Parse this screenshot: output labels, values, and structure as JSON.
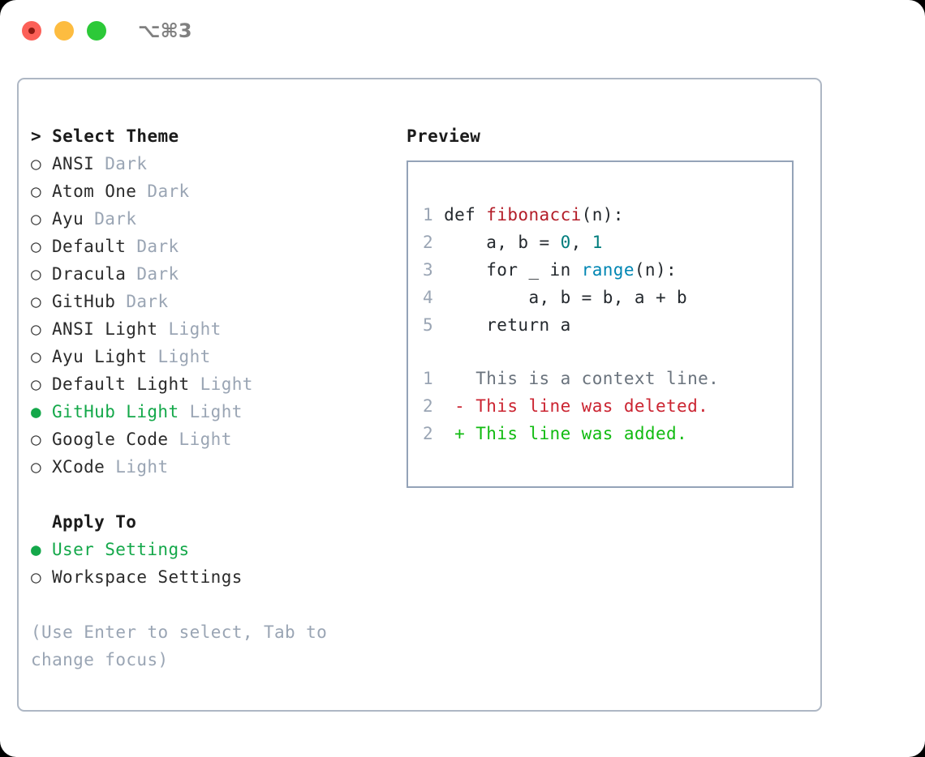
{
  "window": {
    "shortcut": "⌥⌘3",
    "traffic_lights": [
      {
        "name": "close",
        "color": "#fc6058"
      },
      {
        "name": "minimize",
        "color": "#fdbc40"
      },
      {
        "name": "maximize",
        "color": "#2cc938"
      }
    ]
  },
  "theme_panel": {
    "heading": "> Select Theme",
    "selected_bullet": "●",
    "unselected_bullet": "○",
    "items": [
      {
        "bullet": "○",
        "label": "ANSI",
        "badge": "Dark",
        "selected": false
      },
      {
        "bullet": "○",
        "label": "Atom One",
        "badge": "Dark",
        "selected": false
      },
      {
        "bullet": "○",
        "label": "Ayu",
        "badge": "Dark",
        "selected": false
      },
      {
        "bullet": "○",
        "label": "Default",
        "badge": "Dark",
        "selected": false
      },
      {
        "bullet": "○",
        "label": "Dracula",
        "badge": "Dark",
        "selected": false
      },
      {
        "bullet": "○",
        "label": "GitHub",
        "badge": "Dark",
        "selected": false
      },
      {
        "bullet": "○",
        "label": "ANSI Light",
        "badge": "Light",
        "selected": false
      },
      {
        "bullet": "○",
        "label": "Ayu Light",
        "badge": "Light",
        "selected": false
      },
      {
        "bullet": "○",
        "label": "Default Light",
        "badge": "Light",
        "selected": false
      },
      {
        "bullet": "●",
        "label": "GitHub Light",
        "badge": "Light",
        "selected": true
      },
      {
        "bullet": "○",
        "label": "Google Code",
        "badge": "Light",
        "selected": false
      },
      {
        "bullet": "○",
        "label": "XCode",
        "badge": "Light",
        "selected": false
      }
    ]
  },
  "apply_to": {
    "heading": "Apply To",
    "items": [
      {
        "bullet": "●",
        "label": "User Settings",
        "selected": true
      },
      {
        "bullet": "○",
        "label": "Workspace Settings",
        "selected": false
      }
    ]
  },
  "footer_hint": "(Use Enter to select, Tab to change focus)",
  "preview": {
    "title": "Preview",
    "code_lines": [
      {
        "num": "1",
        "tokens": [
          {
            "t": "def ",
            "c": "plain"
          },
          {
            "t": "fibonacci",
            "c": "fn"
          },
          {
            "t": "(n):",
            "c": "plain"
          }
        ]
      },
      {
        "num": "2",
        "tokens": [
          {
            "t": "    a, b = ",
            "c": "plain"
          },
          {
            "t": "0",
            "c": "num"
          },
          {
            "t": ", ",
            "c": "plain"
          },
          {
            "t": "1",
            "c": "num"
          }
        ]
      },
      {
        "num": "3",
        "tokens": [
          {
            "t": "    for _ in ",
            "c": "plain"
          },
          {
            "t": "range",
            "c": "call"
          },
          {
            "t": "(n):",
            "c": "plain"
          }
        ]
      },
      {
        "num": "4",
        "tokens": [
          {
            "t": "        a, b = b, a + b",
            "c": "plain"
          }
        ]
      },
      {
        "num": "5",
        "tokens": [
          {
            "t": "    return a",
            "c": "plain"
          }
        ]
      }
    ],
    "diff_lines": [
      {
        "num": "1",
        "marker": " ",
        "text": " This is a context line.",
        "kind": "ctx"
      },
      {
        "num": "2",
        "marker": "-",
        "text": " This line was deleted.",
        "kind": "del"
      },
      {
        "num": "2",
        "marker": "+",
        "text": " This line was added.",
        "kind": "add"
      }
    ]
  },
  "colors": {
    "accent_green": "#14a84a",
    "badge_gray": "#9aa5b4",
    "panel_border": "#aeb7c4",
    "preview_border": "#94a3b8",
    "diff_added": "#11bb11",
    "diff_deleted": "#cb2431",
    "syntax_function": "#b31d28",
    "syntax_builtin": "#0086b3",
    "syntax_number": "#007d7d"
  }
}
